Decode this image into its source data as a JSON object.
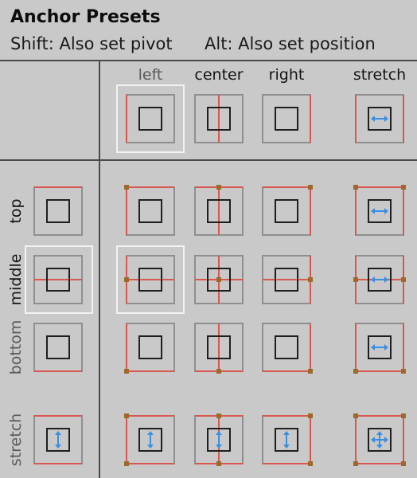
{
  "header": {
    "title": "Anchor Presets",
    "shift_hint": "Shift: Also set pivot",
    "alt_hint": "Alt: Also set position"
  },
  "columns": [
    {
      "id": "left",
      "label": "left",
      "active": false
    },
    {
      "id": "center",
      "label": "center",
      "active": true
    },
    {
      "id": "right",
      "label": "right",
      "active": true
    },
    {
      "id": "stretch",
      "label": "stretch",
      "active": true
    }
  ],
  "rows": [
    {
      "id": "top",
      "label": "top",
      "active": true
    },
    {
      "id": "middle",
      "label": "middle",
      "active": true
    },
    {
      "id": "bottom",
      "label": "bottom",
      "active": false
    },
    {
      "id": "stretch",
      "label": "stretch",
      "active": false
    }
  ],
  "selection": {
    "column": "left",
    "row": "middle"
  },
  "colors": {
    "background": "#c9c9c9",
    "divider": "#4a4a4a",
    "outer_frame": "#8f8f8f",
    "inner_box": "#1f1f1f",
    "anchor_line": "#d9574f",
    "anchor_dot": "#9a6a2c",
    "arrow": "#3a8fe0",
    "selected_border": "#f2f2f2"
  },
  "icons": {
    "arrow_h": "arrow-horizontal-icon",
    "arrow_v": "arrow-vertical-icon",
    "arrow_both": "arrow-both-icon"
  }
}
